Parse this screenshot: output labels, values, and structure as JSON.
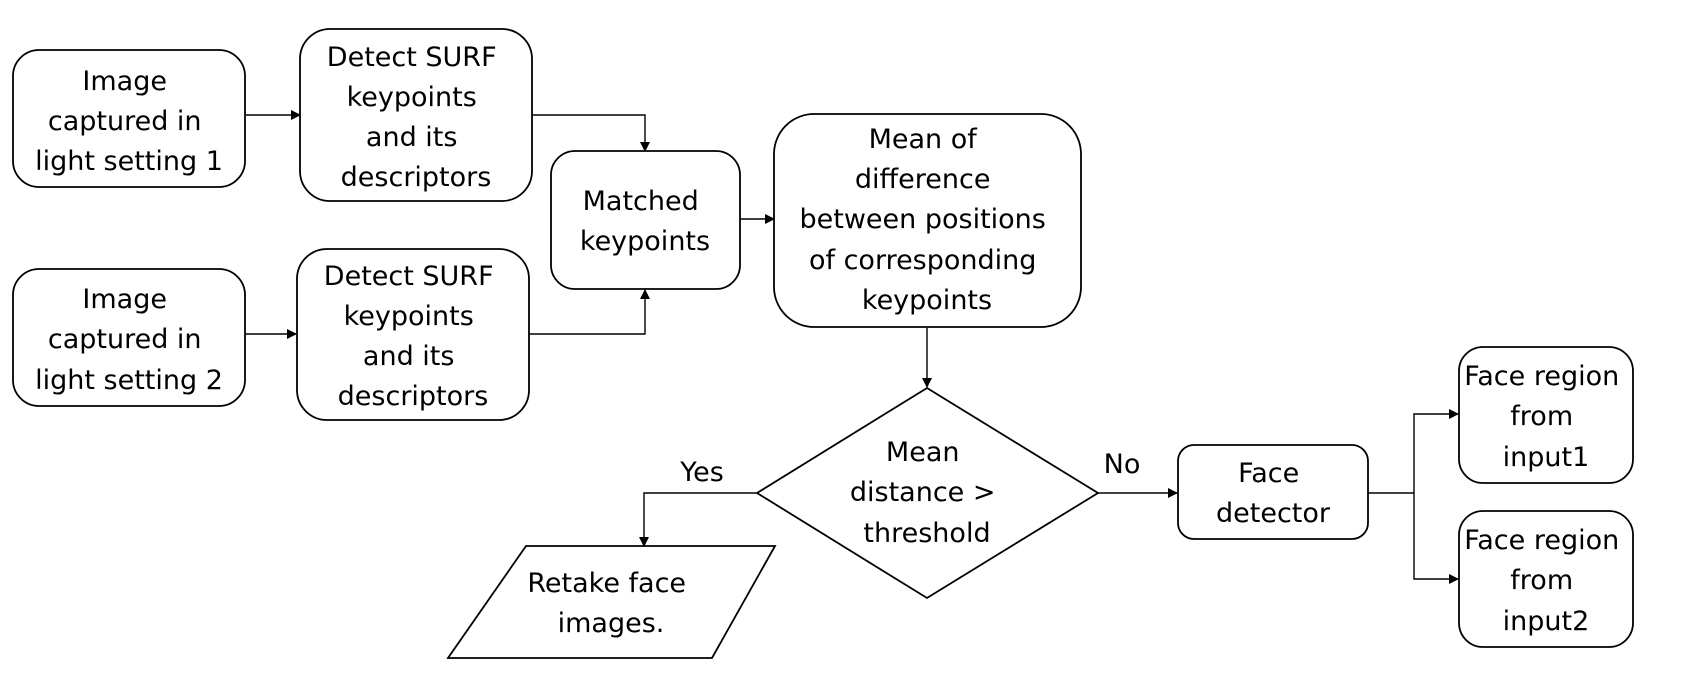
{
  "nodes": {
    "image1": {
      "lines": [
        "Image",
        "captured in",
        "light setting 1"
      ]
    },
    "surf1": {
      "lines": [
        "Detect SURF",
        "keypoints",
        "and its",
        "descriptors"
      ]
    },
    "image2": {
      "lines": [
        "Image",
        "captured in",
        "light setting 2"
      ]
    },
    "surf2": {
      "lines": [
        "Detect SURF",
        "keypoints",
        "and its",
        "descriptors"
      ]
    },
    "matched": {
      "lines": [
        "Matched",
        "keypoints"
      ]
    },
    "mean": {
      "lines": [
        "Mean of",
        "difference",
        "between positions",
        "of corresponding",
        "keypoints"
      ]
    },
    "decision": {
      "lines": [
        "Mean",
        "distance >",
        "threshold"
      ]
    },
    "retake": {
      "lines": [
        "Retake face",
        "images."
      ]
    },
    "detector": {
      "lines": [
        "Face",
        "detector"
      ]
    },
    "region1": {
      "lines": [
        "Face region",
        "from",
        "input1"
      ]
    },
    "region2": {
      "lines": [
        "Face region",
        "from",
        "input2"
      ]
    }
  },
  "edge_labels": {
    "yes": "Yes",
    "no": "No"
  }
}
